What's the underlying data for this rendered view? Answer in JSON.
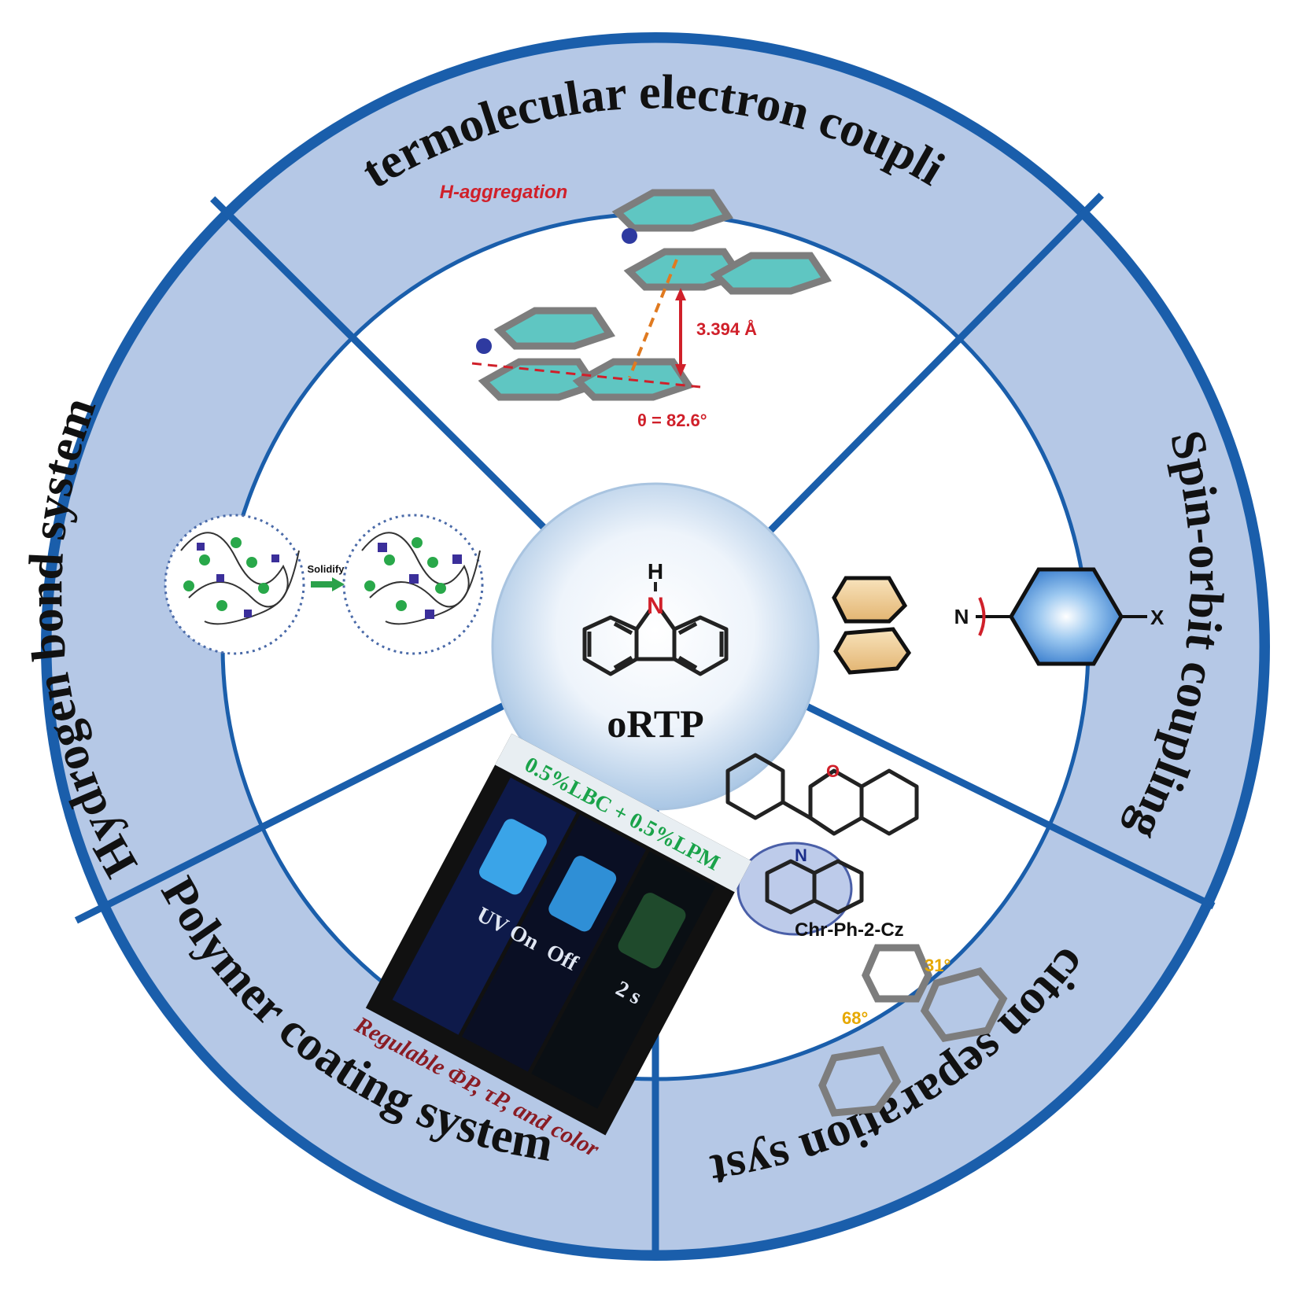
{
  "center": {
    "label": "oRTP",
    "heteroatom": "N",
    "hydrogen": "H"
  },
  "segments": [
    {
      "id": "intermolecular",
      "title": "Intermolecular electron coupling"
    },
    {
      "id": "spin-orbit",
      "title": "Spin-orbit coupling"
    },
    {
      "id": "exciton",
      "title": "Exciton separation system"
    },
    {
      "id": "polymer",
      "title": "Polymer coating system"
    },
    {
      "id": "hbond",
      "title": "Hydrogen bond system"
    }
  ],
  "intermolecular_panel": {
    "aggregation_label": "H-aggregation",
    "distance_label": "3.394 Å",
    "angle_label": "θ = 82.6°"
  },
  "spin_orbit_panel": {
    "n_label": "N",
    "x_label": "X"
  },
  "exciton_panel": {
    "compound_label": "Chr-Ph-2-Cz",
    "angle_1": "31°",
    "angle_2": "68°",
    "o_label": "O",
    "n_label": "N"
  },
  "polymer_panel": {
    "formula_label": "0.5%LBC + 0.5%LPM",
    "caption": "Regulable ΦP, τP, and color",
    "states": [
      "UV On",
      "Off",
      "2 s"
    ]
  },
  "hbond_panel": {
    "arrow_label": "Solidify"
  },
  "colors": {
    "ring": "#b5c8e6",
    "divider": "#1a5eab",
    "title_text": "#111111",
    "accent_red": "#d0202a",
    "teal": "#5fc6c2"
  }
}
